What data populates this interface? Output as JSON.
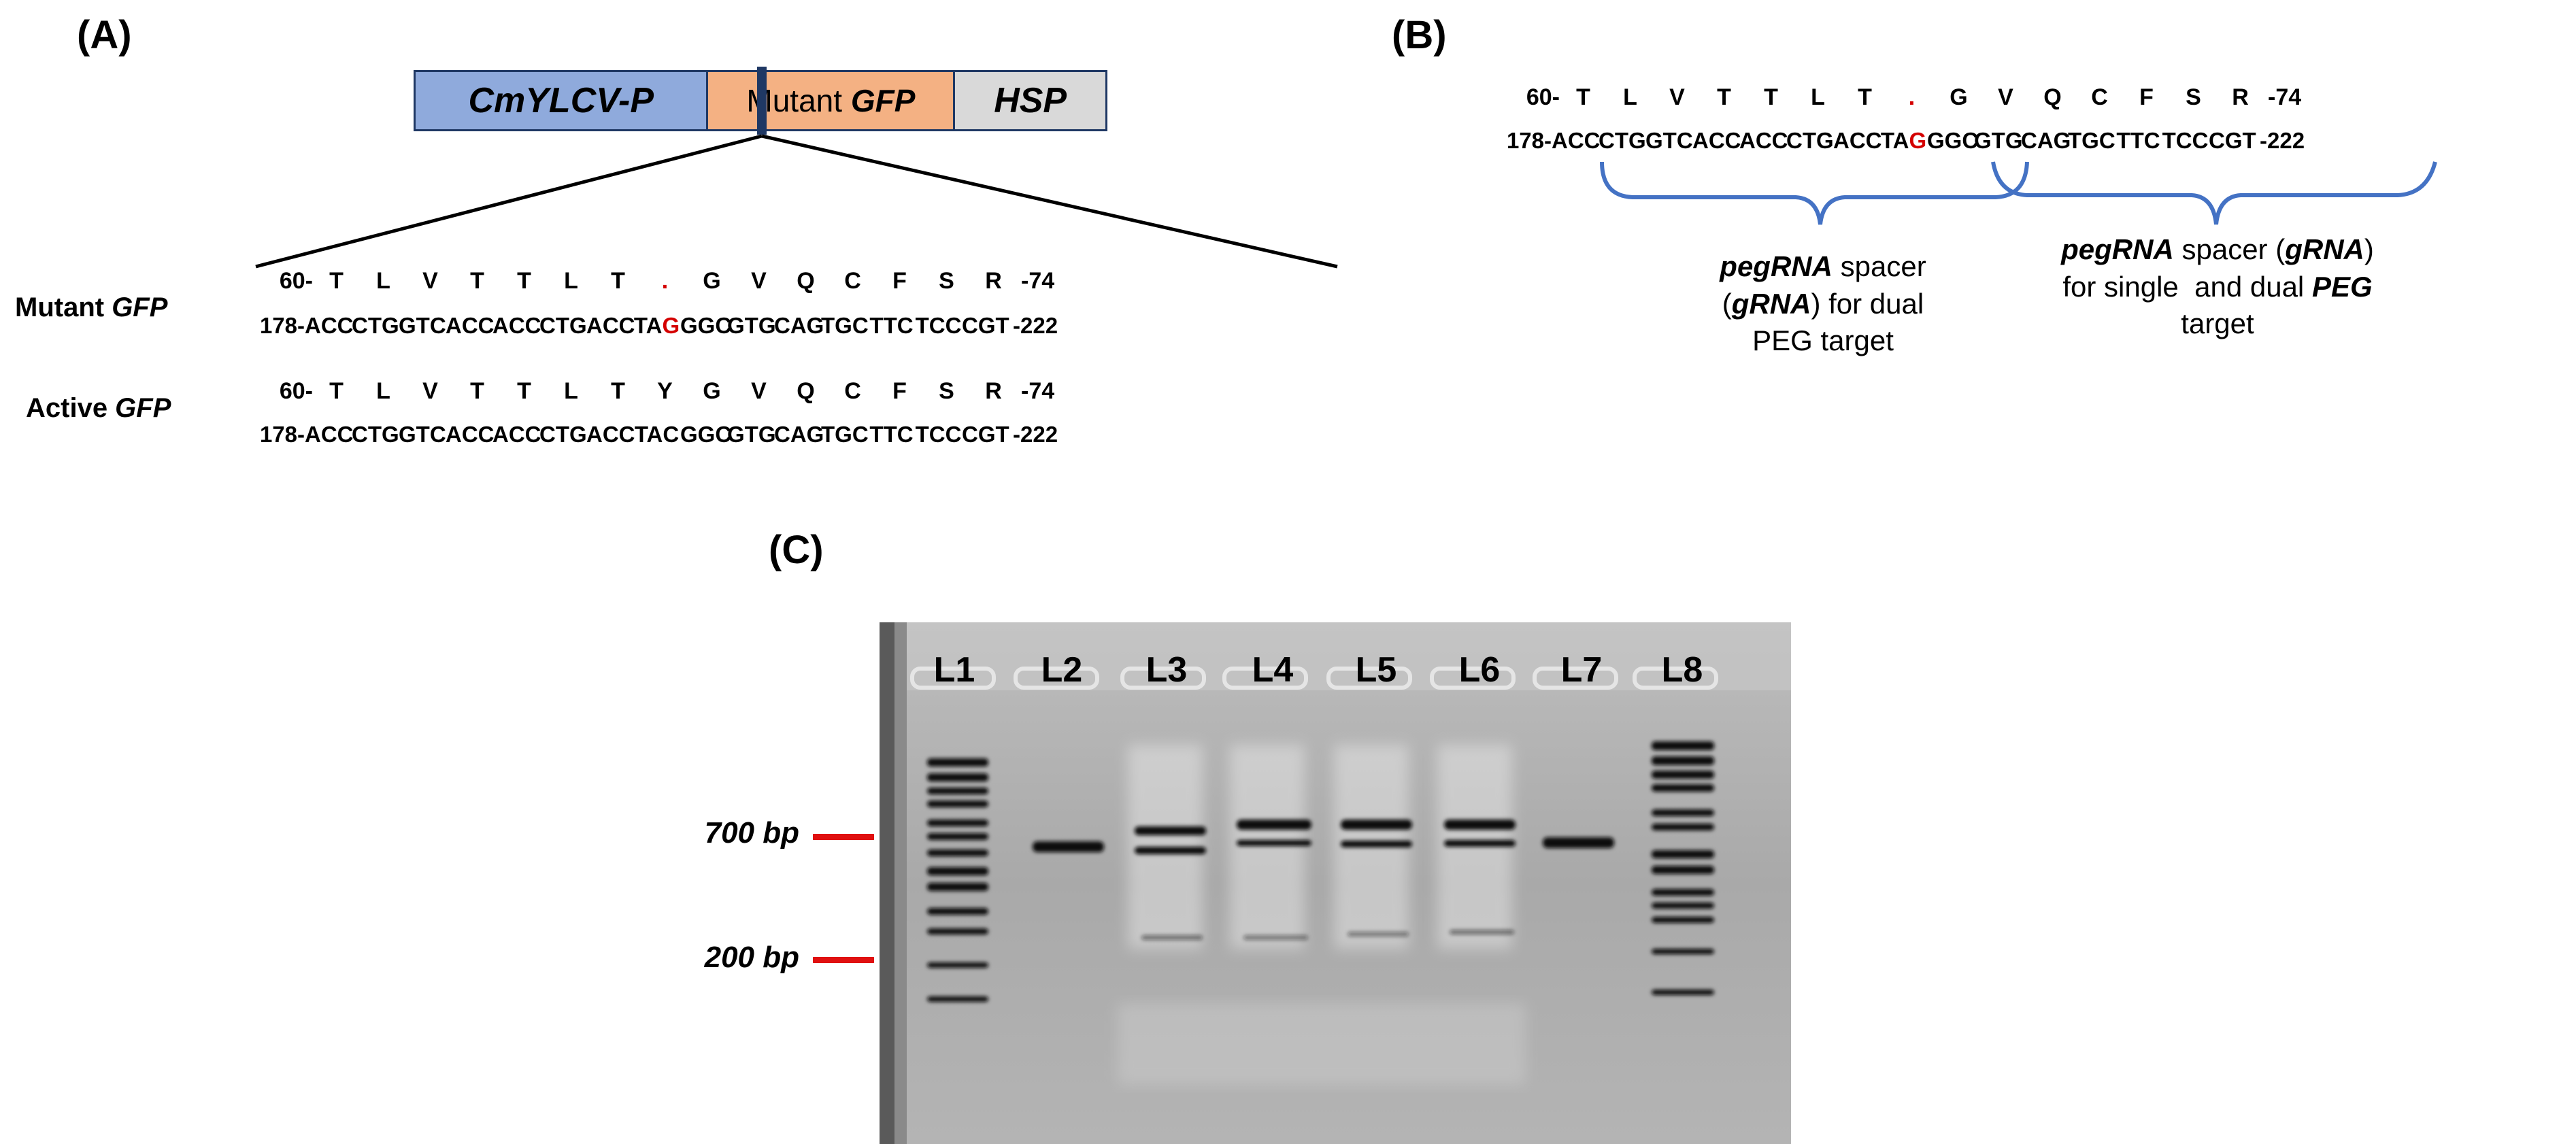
{
  "panels": {
    "a": "(A)",
    "b": "(B)",
    "c": "(C)"
  },
  "construct": {
    "promoter": "CmYLCV-P",
    "gene_prefix": "Mutant ",
    "gene_italic": "GFP",
    "terminator": "HSP",
    "colors": {
      "promoter": "#8faadc",
      "gene": "#f4b183",
      "terminator": "#d9d9d9",
      "outline": "#1f3864"
    }
  },
  "sequence_a": {
    "mutant_label": {
      "prefix": "Mutant ",
      "italic": "GFP"
    },
    "active_label": {
      "prefix": "Active ",
      "italic": "GFP"
    },
    "mutant_aa": {
      "start": "60-",
      "residues": [
        "T",
        "L",
        "V",
        "T",
        "T",
        "L",
        "T",
        ".",
        "G",
        "V",
        "Q",
        "C",
        "F",
        "S",
        "R"
      ],
      "end": "-74"
    },
    "mutant_nt": {
      "start": "178-",
      "codons": [
        "ACC",
        "CTG",
        "GTC",
        "ACC",
        "ACC",
        "CTG",
        "ACC",
        "TA",
        "GGC",
        "GTG",
        "CAG",
        "TGC",
        "TTC",
        "TCC",
        "CGT"
      ],
      "mutant_base": "G",
      "end": "-222"
    },
    "active_aa": {
      "start": "60-",
      "residues": [
        "T",
        "L",
        "V",
        "T",
        "T",
        "L",
        "T",
        "Y",
        "G",
        "V",
        "Q",
        "C",
        "F",
        "S",
        "R"
      ],
      "end": "-74"
    },
    "active_nt": {
      "start": "178-",
      "codons": [
        "ACC",
        "CTG",
        "GTC",
        "ACC",
        "ACC",
        "CTG",
        "ACC",
        "TAC",
        "GGC",
        "GTG",
        "CAG",
        "TGC",
        "TTC",
        "TCC",
        "CGT"
      ],
      "end": "-222"
    }
  },
  "sequence_b": {
    "aa": {
      "start": "60-",
      "residues": [
        "T",
        "L",
        "V",
        "T",
        "T",
        "L",
        "T",
        ".",
        "G",
        "V",
        "Q",
        "C",
        "F",
        "S",
        "R"
      ],
      "end": "-74"
    },
    "nt": {
      "start": "178-",
      "codons": [
        "ACC",
        "CTG",
        "GTC",
        "ACC",
        "ACC",
        "CTG",
        "ACC",
        "TA",
        "GGC",
        "GTG",
        "CAG",
        "TGC",
        "TTC",
        "TCC",
        "CGT"
      ],
      "mutant_base": "G",
      "end": "-222"
    },
    "brace_color": "#4472c4",
    "dual_label": {
      "l1_italic": "pegRNA",
      "l1_rest": " spacer",
      "l2_open": "(",
      "l2_italic": "gRNA",
      "l2_rest": ") for dual",
      "l3": "PEG target"
    },
    "single_label": {
      "l1_italic": "pegRNA",
      "l1_mid": " spacer (",
      "l1_italic2": "gRNA",
      "l1_close": ")",
      "l2_pre": "for single  and dual ",
      "l2_italic": "PEG",
      "l3": "target"
    }
  },
  "gel": {
    "lanes": [
      "L1",
      "L2",
      "L3",
      "L4",
      "L5",
      "L6",
      "L7",
      "L8"
    ],
    "markers": [
      {
        "label": "700 bp"
      },
      {
        "label": "200 bp"
      }
    ],
    "marker_color": "#e01010"
  }
}
